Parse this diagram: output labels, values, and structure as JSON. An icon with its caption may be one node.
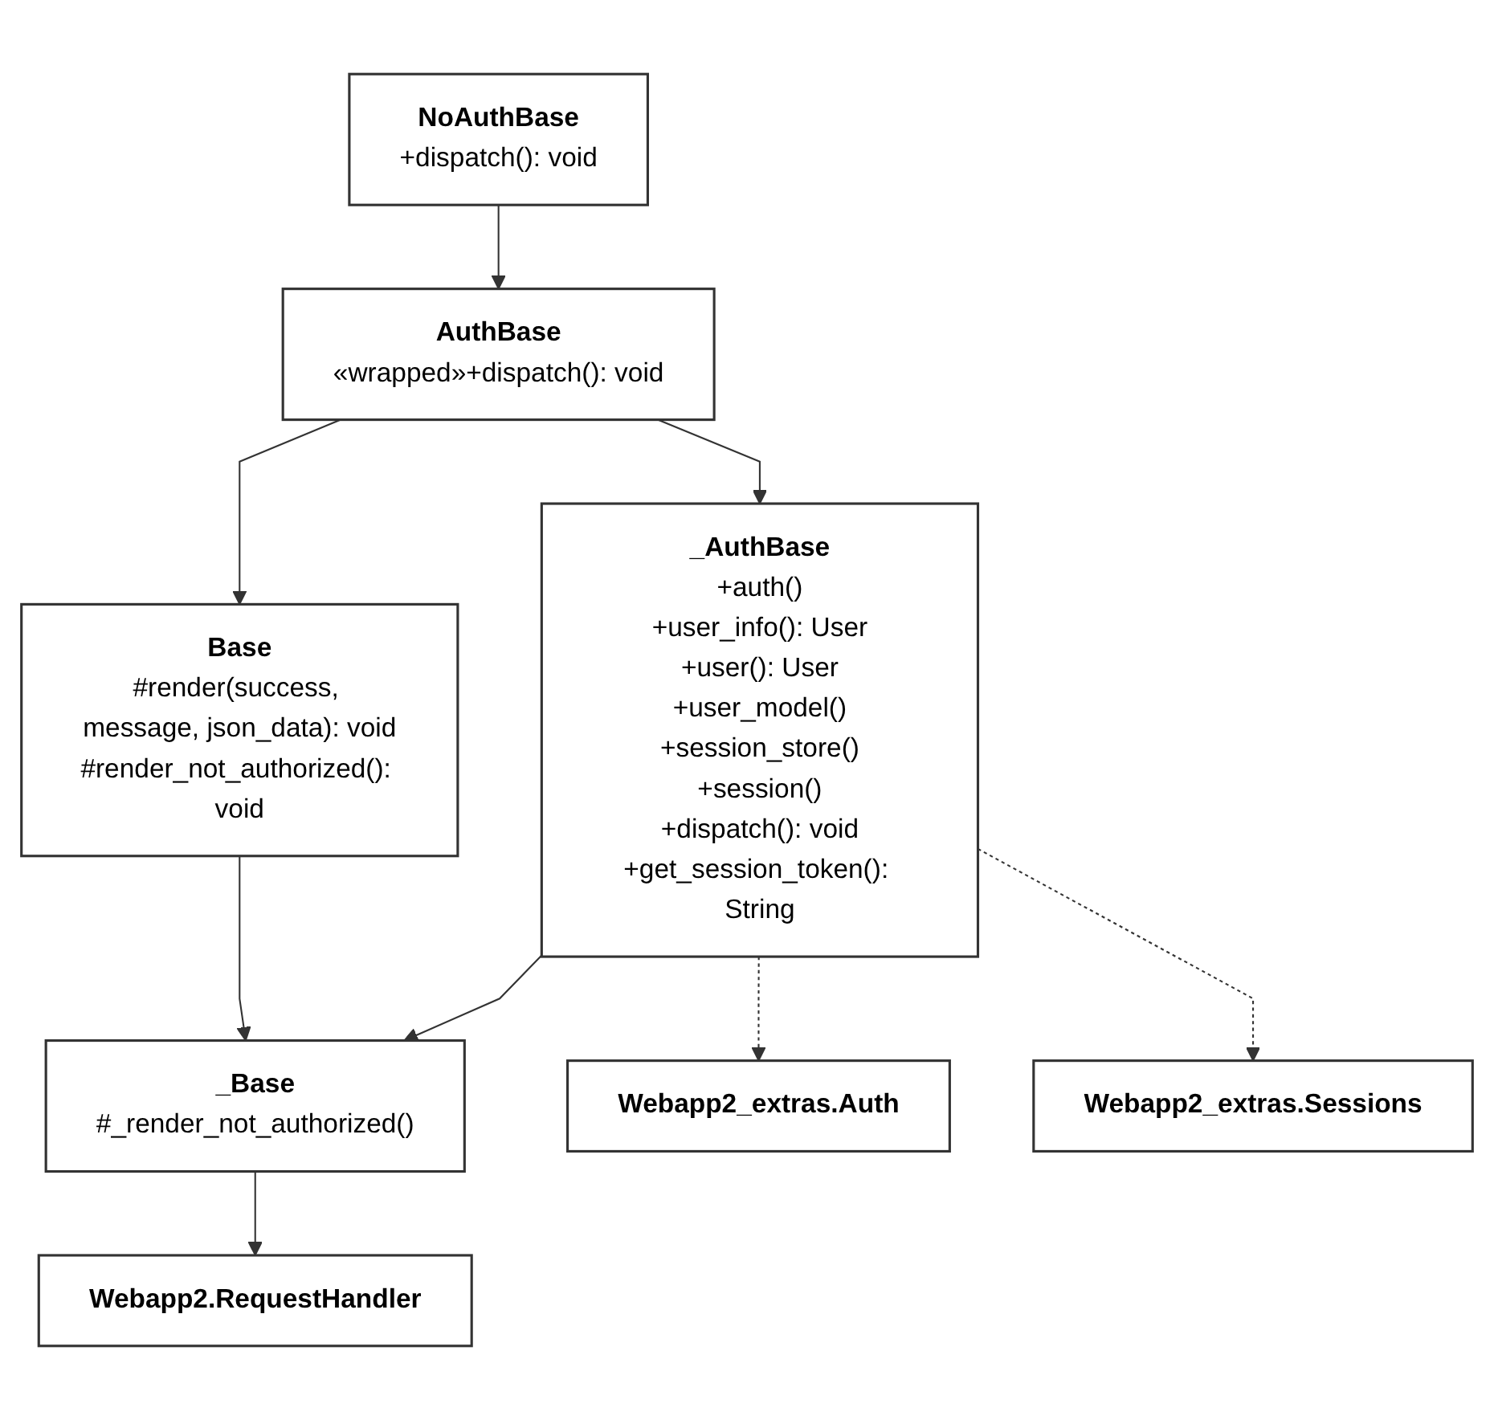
{
  "diagram": {
    "nodes": [
      {
        "text": [
          "Webapp2.RequestHandler"
        ]
      },
      {
        "text": [
          "_Base",
          "#_render_not_authorized()"
        ]
      },
      {
        "text": [
          "Base",
          "#render(success, message, json_data): void",
          "#render_not_authorized(): void"
        ]
      },
      {
        "text": [
          "_AuthBase",
          "+auth()",
          "+user_info(): User",
          "+user(): User",
          "+user_model()",
          "+session_store()",
          "+session()",
          "+dispatch(): void",
          "+get_session_token(): String"
        ]
      },
      {
        "text": [
          "AuthBase",
          "«wrapped»+dispatch(): void"
        ]
      },
      {
        "text": [
          "NoAuthBase",
          "+dispatch(): void"
        ]
      },
      {
        "text": [
          "Webapp2_extras.Auth"
        ]
      },
      {
        "text": [
          "Webapp2_extras.Sessions"
        ]
      }
    ],
    "edges": [
      {
        "from": 1,
        "to": 0,
        "arrow": "to"
      },
      {
        "from": 2,
        "to": 1,
        "arrow": "to"
      },
      {
        "from": 3,
        "to": 1,
        "arrow": "to"
      },
      {
        "from": 4,
        "to": 2,
        "arrow": "to"
      },
      {
        "from": 4,
        "to": 3,
        "arrow": "to"
      },
      {
        "from": 5,
        "to": 4,
        "arrow": "to"
      },
      {
        "from": 3,
        "to": 6,
        "arrow": "to",
        "style": "dashed"
      },
      {
        "from": 3,
        "to": 7,
        "arrow": "to",
        "style": "dashed"
      }
    ]
  }
}
